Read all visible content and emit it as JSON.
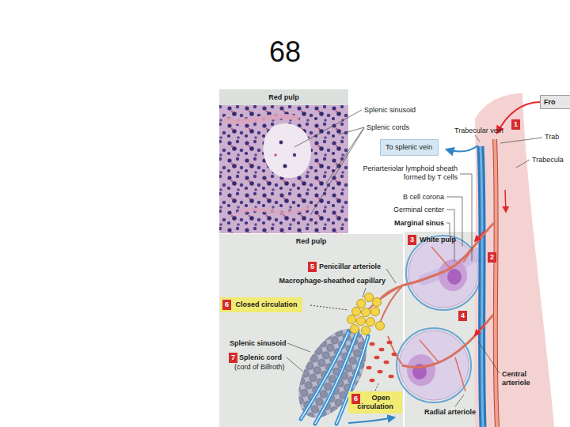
{
  "diagram": {
    "title": "68",
    "nodes": [
      {
        "text": [
          "Red pulp"
        ]
      },
      {
        "text": [
          "Fro"
        ]
      },
      {
        "text": [
          "To splenic vein"
        ]
      },
      {
        "text": [
          "Red pulp"
        ]
      },
      {
        "text": [
          "White pulp"
        ]
      },
      {
        "text": [
          "Closed circulation"
        ],
        "in": 3
      },
      {
        "text": [
          "Open circulation"
        ],
        "in": 3
      }
    ],
    "labels": [
      "Splenic sinusoid",
      "Splenic cords",
      "Trabecular vein",
      "1",
      "Trab",
      "Trabecula",
      "Periarteriolar lymphoid sheath formed by T cells",
      "B cell corona",
      "Germinal center",
      "Marginal sinus",
      "3",
      "2",
      "5",
      "Penicillar arteriole",
      "Macrophage-sheathed capillary",
      "6",
      "4",
      "Splenic sinusoid",
      "7",
      "Splenic cord",
      "(cord of Billroth)",
      "6",
      "Radial arteriole",
      "Central arteriole"
    ]
  }
}
